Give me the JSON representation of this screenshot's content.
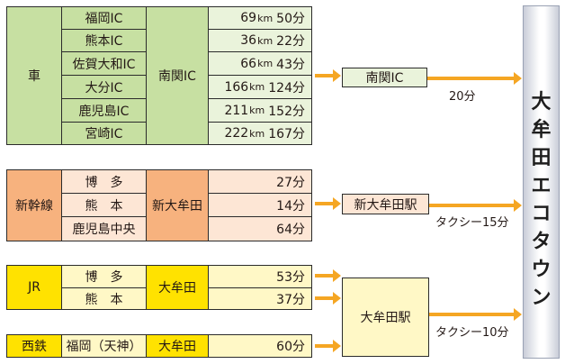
{
  "destination": {
    "title_chars": [
      "大",
      "牟",
      "田",
      "エ",
      "コ",
      "タ",
      "ウ",
      "ン"
    ]
  },
  "car": {
    "mode": "車",
    "routes": [
      {
        "from": "福岡IC",
        "km": "69",
        "min": "50分"
      },
      {
        "from": "熊本IC",
        "km": "36",
        "min": "22分"
      },
      {
        "from": "佐賀大和IC",
        "km": "66",
        "min": "43分"
      },
      {
        "from": "大分IC",
        "km": "166",
        "min": "124分"
      },
      {
        "from": "鹿児島IC",
        "km": "211",
        "min": "152分"
      },
      {
        "from": "宮崎IC",
        "km": "222",
        "min": "167分"
      }
    ],
    "km_unit": "km",
    "via": "南関IC",
    "box_label": "南関IC",
    "connect": "20分"
  },
  "shinkansen": {
    "mode": "新幹線",
    "routes": [
      {
        "from": "博　多",
        "min": "27分"
      },
      {
        "from": "熊　本",
        "min": "14分"
      },
      {
        "from": "鹿児島中央",
        "min": "64分"
      }
    ],
    "via": "新大牟田",
    "box_label": "新大牟田駅",
    "connect": "タクシー15分"
  },
  "jr": {
    "mode": "JR",
    "routes": [
      {
        "from": "博　多",
        "min": "53分"
      },
      {
        "from": "熊　本",
        "min": "37分"
      }
    ],
    "via": "大牟田"
  },
  "nishitetsu": {
    "mode": "西鉄",
    "routes": [
      {
        "from": "福岡（天神）",
        "min": "60分"
      }
    ],
    "via": "大牟田"
  },
  "omuta_station": {
    "box_label": "大牟田駅",
    "connect": "タクシー10分"
  },
  "colors": {
    "car_fill": "#c7e0a2",
    "car_time_fill": "#eaf3db",
    "shinkansen_fill": "#f7b27e",
    "shinkansen_time_fill": "#fde6d5",
    "jr_fill": "#ffe200",
    "jr_time_fill": "#fff8c6",
    "arrow": "#f5a623"
  }
}
